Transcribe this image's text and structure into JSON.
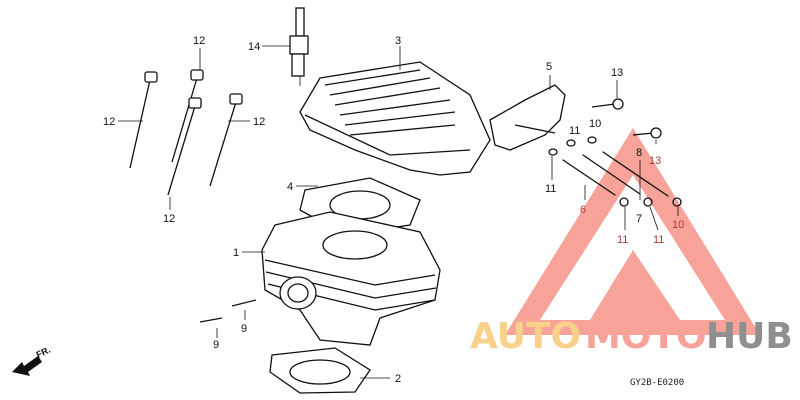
{
  "diagram": {
    "part_labels": [
      {
        "id": "l1",
        "text": "1"
      },
      {
        "id": "l2",
        "text": "2"
      },
      {
        "id": "l3",
        "text": "3"
      },
      {
        "id": "l4",
        "text": "4"
      },
      {
        "id": "l5",
        "text": "5"
      },
      {
        "id": "l6",
        "text": "6"
      },
      {
        "id": "l7",
        "text": "7"
      },
      {
        "id": "l8",
        "text": "8"
      },
      {
        "id": "l9a",
        "text": "9"
      },
      {
        "id": "l9b",
        "text": "9"
      },
      {
        "id": "l10a",
        "text": "10"
      },
      {
        "id": "l10b",
        "text": "10"
      },
      {
        "id": "l11a",
        "text": "11"
      },
      {
        "id": "l11b",
        "text": "11"
      },
      {
        "id": "l11c",
        "text": "11"
      },
      {
        "id": "l11d",
        "text": "11"
      },
      {
        "id": "l12a",
        "text": "12"
      },
      {
        "id": "l12b",
        "text": "12"
      },
      {
        "id": "l12c",
        "text": "12"
      },
      {
        "id": "l12d",
        "text": "12"
      },
      {
        "id": "l13a",
        "text": "13"
      },
      {
        "id": "l13b",
        "text": "13"
      },
      {
        "id": "l14",
        "text": "14"
      }
    ],
    "direction_label": "FR.",
    "diagram_code": "GY2B-E0200"
  },
  "watermark": {
    "word_1": "AUTO",
    "word_2": "MOTO",
    "word_3": "HUB",
    "colors": {
      "auto": "#f9d18b",
      "moto": "#f7a39a",
      "hub": "#8f8f8f",
      "triangle": "#f7a39a"
    }
  }
}
